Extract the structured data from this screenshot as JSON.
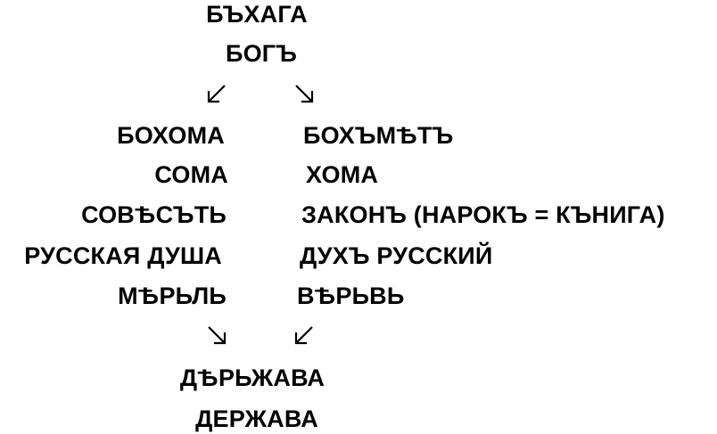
{
  "top": {
    "line1": "БЪХАГА",
    "line2": "БОГЪ"
  },
  "left_column": [
    "БОХОМА",
    "СОМА",
    "СОВѢСЪТЬ",
    "РУССКАЯ ДУША",
    "МѢРЬЛЬ"
  ],
  "right_column": [
    "БОХЪМѢТЪ",
    "ХОМА",
    "ЗАКОНЪ (НАРОКЪ = КЪНИГА)",
    "ДУХЪ РУССКИЙ",
    "ВѢРЬВЬ"
  ],
  "bottom": {
    "line1": "ДѢРЬЖАВА",
    "line2": "ДЕРЖАВА"
  },
  "arrows": {
    "top_left": "arrow-down-left-icon",
    "top_right": "arrow-down-right-icon",
    "bottom_left": "arrow-down-right-icon",
    "bottom_right": "arrow-down-left-icon"
  }
}
